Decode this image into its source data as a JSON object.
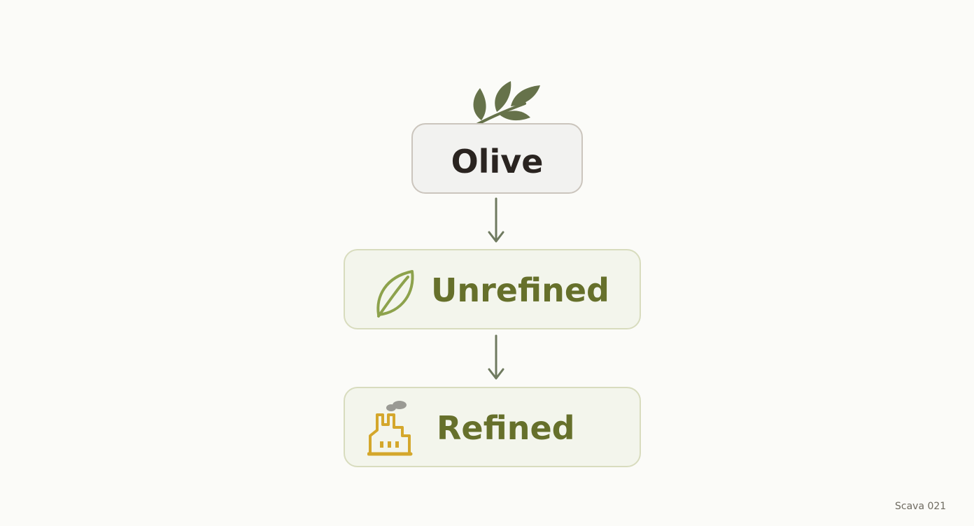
{
  "nodes": {
    "olive": {
      "label": "Olive",
      "icon": "olive-branch-icon",
      "label_color": "#2a2420"
    },
    "unrefined": {
      "label": "Unrefined",
      "icon": "leaf-icon",
      "label_color": "#66702b"
    },
    "refined": {
      "label": "Refined",
      "icon": "factory-icon",
      "label_color": "#66702b"
    }
  },
  "edges": [
    {
      "from": "olive",
      "to": "unrefined"
    },
    {
      "from": "unrefined",
      "to": "refined"
    }
  ],
  "watermark": "Scava 021",
  "colors": {
    "background": "#fbfbf8",
    "arrow": "#6f7a5f",
    "leaf_icon": "#8da24c",
    "factory_icon": "#d4a72c",
    "branch_icon": "#66724a"
  }
}
